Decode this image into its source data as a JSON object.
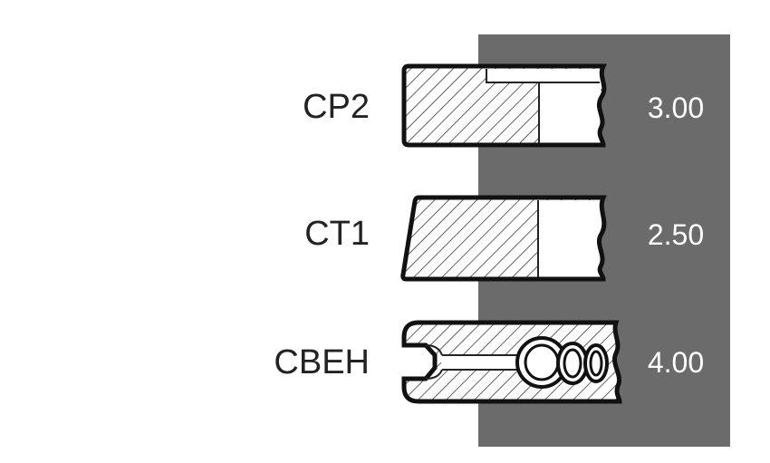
{
  "colors": {
    "panel": "#6b6b6b",
    "label": "#222222",
    "value": "#ffffff",
    "outline": "#111111"
  },
  "rings": [
    {
      "label": "CP2",
      "value": "3.00",
      "profile": "rectangular-with-step"
    },
    {
      "label": "CT1",
      "value": "2.50",
      "profile": "taper-face"
    },
    {
      "label": "CBEH",
      "value": "4.00",
      "profile": "oil-ring-with-coil-spring"
    }
  ]
}
